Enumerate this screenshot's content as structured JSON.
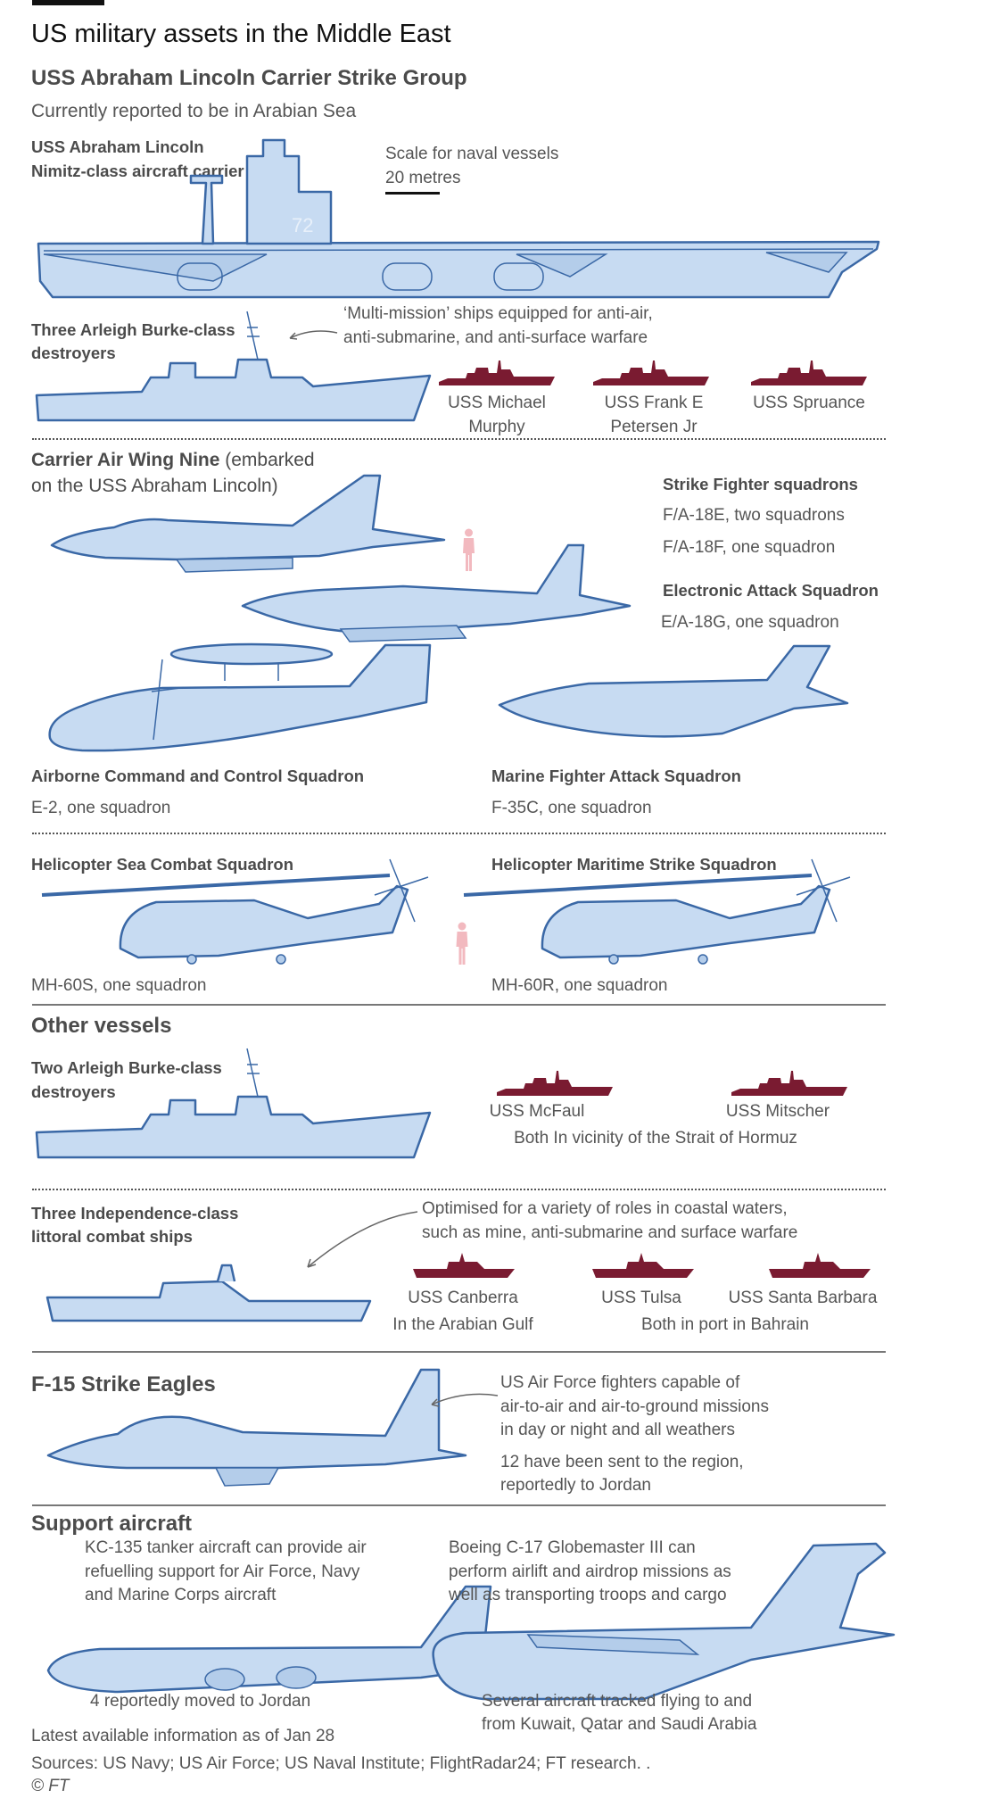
{
  "title": "US military assets in the Middle East",
  "carrier_group": {
    "heading": "USS Abraham Lincoln Carrier Strike Group",
    "location": "Currently reported to be in Arabian Sea",
    "carrier_name": "USS Abraham Lincoln",
    "carrier_class": "Nimitz-class aircraft carrier",
    "hull_number": "72",
    "scale_label": "Scale for naval vessels",
    "scale_value": "20 metres",
    "destroyers_label_1": "Three Arleigh Burke-class",
    "destroyers_label_2": "destroyers",
    "destroyers_note_1": "‘Multi-mission’ ships equipped for anti-air,",
    "destroyers_note_2": "anti-submarine, and anti-surface warfare",
    "destroyers": [
      {
        "line1": "USS Michael",
        "line2": "Murphy"
      },
      {
        "line1": "USS Frank E",
        "line2": "Petersen Jr"
      },
      {
        "line1": "USS Spruance",
        "line2": ""
      }
    ]
  },
  "air_wing": {
    "heading_bold": "Carrier Air Wing Nine",
    "heading_rest": " (embarked",
    "heading_line2": "on the USS Abraham Lincoln)",
    "strike_heading": "Strike Fighter squadrons",
    "strike_e": "F/A-18E, two squadrons",
    "strike_f": "F/A-18F, one squadron",
    "ea_heading": "Electronic Attack Squadron",
    "ea_detail": "E/A-18G, one squadron",
    "aew_heading": "Airborne Command and Control Squadron",
    "aew_detail": "E-2, one squadron",
    "marine_heading": "Marine Fighter Attack Squadron",
    "marine_detail": "F-35C, one squadron",
    "hsc_heading": "Helicopter Sea Combat Squadron",
    "hsc_detail": "MH-60S, one squadron",
    "hsm_heading": "Helicopter Maritime Strike Squadron",
    "hsm_detail": "MH-60R, one squadron"
  },
  "other_vessels": {
    "heading": "Other vessels",
    "destroyers_label_1": "Two Arleigh Burke-class",
    "destroyers_label_2": "destroyers",
    "destroyers": [
      "USS McFaul",
      "USS Mitscher"
    ],
    "destroyers_location": "Both In vicinity of the Strait of Hormuz",
    "lcs_label_1": "Three Independence-class",
    "lcs_label_2": "littoral combat ships",
    "lcs_note_1": "Optimised for a variety of roles in coastal waters,",
    "lcs_note_2": "such as mine, anti-submarine and surface warfare",
    "lcs": [
      "USS Canberra",
      "USS Tulsa",
      "USS Santa Barbara"
    ],
    "lcs_location_1": "In the Arabian Gulf",
    "lcs_location_2": "Both in port in Bahrain"
  },
  "f15": {
    "heading": "F-15 Strike Eagles",
    "note_1": "US Air Force fighters capable of",
    "note_2": "air-to-air and air-to-ground missions",
    "note_3": "in day or night and all weathers",
    "note_4": "12 have been sent to the region,",
    "note_5": "reportedly to Jordan"
  },
  "support": {
    "heading": "Support aircraft",
    "kc135_1": "KC-135 tanker aircraft can provide air",
    "kc135_2": "refuelling support for Air Force, Navy",
    "kc135_3": "and Marine Corps aircraft",
    "kc135_status": "4 reportedly moved to Jordan",
    "c17_1": "Boeing C-17 Globemaster III can",
    "c17_2": "perform airlift and airdrop missions as",
    "c17_3": "well as transporting troops and cargo",
    "c17_status_1": "Several aircraft tracked flying to and",
    "c17_status_2": "from Kuwait, Qatar and Saudi Arabia"
  },
  "footer": {
    "updated": "Latest available information as of Jan 28",
    "sources": "Sources: US Navy; US Air Force; US Naval Institute; FlightRadar24; FT research. .",
    "copyright": "© FT"
  },
  "colors": {
    "vessel_fill": "#c7dbf2",
    "vessel_stroke": "#3a68a6",
    "deployed_ship": "#7a1b31",
    "human_scale": "#f2b9bf"
  }
}
